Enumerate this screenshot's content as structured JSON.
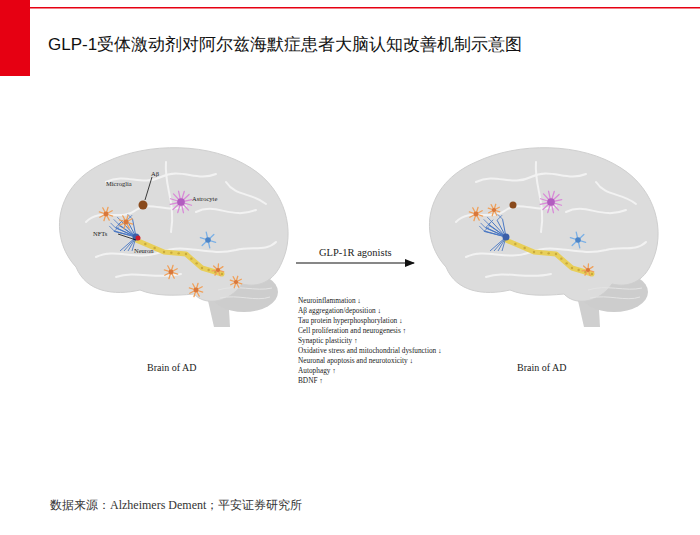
{
  "diagram": {
    "title": "GLP-1受体激动剂对阿尔兹海默症患者大脑认知改善机制示意图",
    "caption": "数据来源：Alzheimers Dement；平安证券研究所",
    "nodes": [
      {
        "text": [
          "Brain of AD"
        ]
      },
      {
        "text": [
          "Brain of AD"
        ]
      }
    ],
    "edges": [
      {
        "from": 0,
        "to": 1,
        "label": "GLP-1R agonists",
        "arrow": "to"
      }
    ],
    "labels": [
      "Microglia",
      "Aβ",
      "NFTs",
      "Neuron",
      "Astrocyte",
      "Neuroinflammation ↓",
      "Aβ aggregation/deposition ↓",
      "Tau protein hyperphosphorylation ↓",
      "Cell proliferation and neurogenesis ↑",
      "Synaptic plasticity ↑",
      "Oxidative stress and mitochondrial dysfunction ↓",
      "Neuronal apoptosis and neurotoxicity ↓",
      "Autophagy ↑",
      "BDNF ↑"
    ]
  }
}
